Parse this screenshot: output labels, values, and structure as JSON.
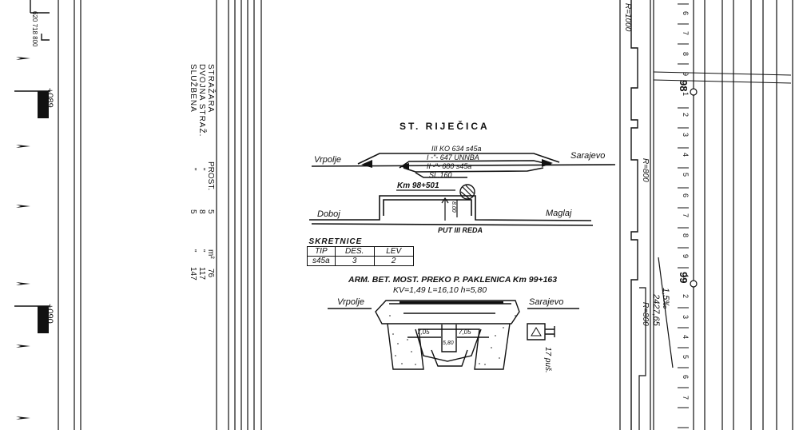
{
  "header": {
    "offset": "620 718 800"
  },
  "profile": {
    "km_marks": [
      "+089",
      "+090"
    ],
    "right_labels": {
      "r_top": "R=1000",
      "r_mid": "R=800",
      "r_bot": "R=800",
      "km_98": "98",
      "km_99": "99",
      "grade": "1,5‰",
      "level": "2427,65"
    },
    "ruler_digits": [
      "6",
      "7",
      "8",
      "9",
      "1",
      "2",
      "3",
      "4",
      "5",
      "6",
      "7",
      "8",
      "9",
      "1",
      "2",
      "3",
      "4",
      "5",
      "6",
      "7"
    ]
  },
  "personnel": {
    "line1": "STRAŽARA",
    "line2": "DVOJNA STRAŽ.",
    "line3": "SLUŽBENA",
    "col_prost": "PROST.",
    "col_a": "5",
    "col_unit": "m²",
    "col_b": "76",
    "row2_q": "\"",
    "row2_a": "8",
    "row2_q2": "\"",
    "row2_b": "117",
    "row3_q": "\"",
    "row3_a": "5",
    "row3_q2": "\"",
    "row3_b": "147"
  },
  "station": {
    "title": "ST. RIJEČICA",
    "left_dest": "Vrpolje",
    "right_dest": "Sarajevo",
    "track3": "III KO 634 s45a",
    "track1": "I -\"- 647 UNNBA",
    "track2": "II -\"- 680 s45a",
    "track_sl": "SL.160",
    "km": "Km 98+501",
    "road_left": "Doboj",
    "road_right": "Maglaj",
    "road_label": "PUT III REDA",
    "side_small": "8.00"
  },
  "switches": {
    "title": "SKRETNICE",
    "headers": [
      "TIP",
      "DES.",
      "LEV"
    ],
    "row": [
      "s45a",
      "3",
      "2"
    ]
  },
  "bridge": {
    "title": "ARM. BET. MOST. PREKO P. PAKLENICA Km 99+163",
    "params": "KV=1,49 L=16,10 h=5,80",
    "left_dest": "Vrpolje",
    "right_dest": "Sarajevo",
    "span_left": "7,05",
    "span_right": "7,05",
    "mid": "5,80",
    "count": "17 puš."
  },
  "colors": {
    "ink": "#111111",
    "paper": "#ffffff"
  }
}
